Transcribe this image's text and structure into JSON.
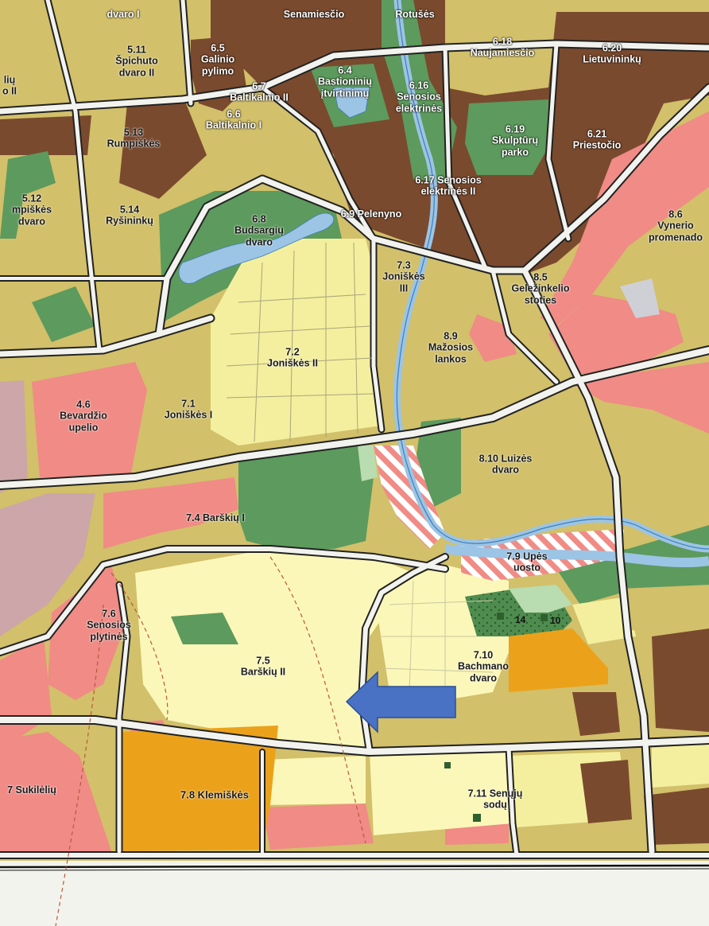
{
  "map": {
    "colors": {
      "dark_brown": "#7a4a2e",
      "olive": "#d2c06a",
      "light_yellow": "#f4ef9e",
      "pale_yellow": "#fbf7b8",
      "pink": "#f08b86",
      "green": "#5d9a5d",
      "orange": "#eba21a",
      "water": "#9cc4e4",
      "road": "#f2f2ee",
      "road_casing": "#222222",
      "arrow": "#4a72c4",
      "light_green": "#b9dcb0",
      "mauve": "#cca6a8"
    },
    "zones": [
      {
        "code": "dvaro I",
        "text": "dvaro I",
        "dark": false
      },
      {
        "code": "5.11",
        "text": "5.11\nŠpichuto\ndvaro II",
        "dark": false
      },
      {
        "code": "6.5",
        "text": "6.5\nGalinio\npylimo",
        "dark": true
      },
      {
        "code": "6.4",
        "text": "6.4\nBastioninių\nįtvirtinimų",
        "dark": true
      },
      {
        "code": "Senamiesčio",
        "text": "Senamiesčio",
        "dark": true
      },
      {
        "code": "Rotušės",
        "text": "Rotušės",
        "dark": true
      },
      {
        "code": "6.18",
        "text": "6.18\nNaujamiesčio",
        "dark": true
      },
      {
        "code": "6.20",
        "text": "6.20\nLietuvininkų",
        "dark": true
      },
      {
        "code": "lių II",
        "text": "lių\no II",
        "dark": false
      },
      {
        "code": "6.7",
        "text": "6.7\nBaltikalnio II",
        "dark": true
      },
      {
        "code": "6.16",
        "text": "6.16\nSenosios\nelektrinės",
        "dark": true
      },
      {
        "code": "6.6",
        "text": "6.6\nBaltikalnio I",
        "dark": true
      },
      {
        "code": "5.13",
        "text": "5.13\nRumpiškės",
        "dark": false
      },
      {
        "code": "6.19",
        "text": "6.19\nSkulptūrų\nparko",
        "dark": true
      },
      {
        "code": "6.21",
        "text": "6.21\nPriestočio",
        "dark": true
      },
      {
        "code": "6.17",
        "text": "6.17 Senosios\nelektrinės II",
        "dark": true
      },
      {
        "code": "5.12",
        "text": "5.12\nmpiškės\ndvaro",
        "dark": false
      },
      {
        "code": "5.14",
        "text": "5.14\nRyšininkų",
        "dark": false
      },
      {
        "code": "6.8",
        "text": "6.8\nBudsargių\ndvaro",
        "dark": false
      },
      {
        "code": "6.9",
        "text": "6.9 Pelenyno",
        "dark": true
      },
      {
        "code": "8.6",
        "text": "8.6\nVynerio\npromenado",
        "dark": false
      },
      {
        "code": "7.3",
        "text": "7.3\nJoniškės\nIII",
        "dark": false
      },
      {
        "code": "8.5",
        "text": "8.5\nGeležinkelio\nstoties",
        "dark": false
      },
      {
        "code": "8.9",
        "text": "8.9\nMažosios\nlankos",
        "dark": false
      },
      {
        "code": "7.2",
        "text": "7.2\nJoniškės II",
        "dark": false
      },
      {
        "code": "4.6",
        "text": "4.6\nBevardžio\nupelio",
        "dark": false
      },
      {
        "code": "7.1",
        "text": "7.1\nJoniškės I",
        "dark": false
      },
      {
        "code": "8.10",
        "text": "8.10 Luizės\ndvaro",
        "dark": false
      },
      {
        "code": "7.4",
        "text": "7.4 Barškių I",
        "dark": false
      },
      {
        "code": "7.9",
        "text": "7.9 Upės\nuosto",
        "dark": false
      },
      {
        "code": "7.6",
        "text": "7.6\nSenosios\nplytinės",
        "dark": false
      },
      {
        "code": "7.10",
        "text": "7.10\nBachmano\ndvaro",
        "dark": false
      },
      {
        "code": "7.5",
        "text": "7.5\nBarškių II",
        "dark": false
      },
      {
        "code": "7 Sukilėlių",
        "text": "7 Sukilėlių",
        "dark": false
      },
      {
        "code": "7.8",
        "text": "7.8 Klemiškės",
        "dark": false
      },
      {
        "code": "7.11",
        "text": "7.11 Senųjų\nsodų",
        "dark": false
      }
    ],
    "small_numbers": [
      "14",
      "10"
    ]
  }
}
